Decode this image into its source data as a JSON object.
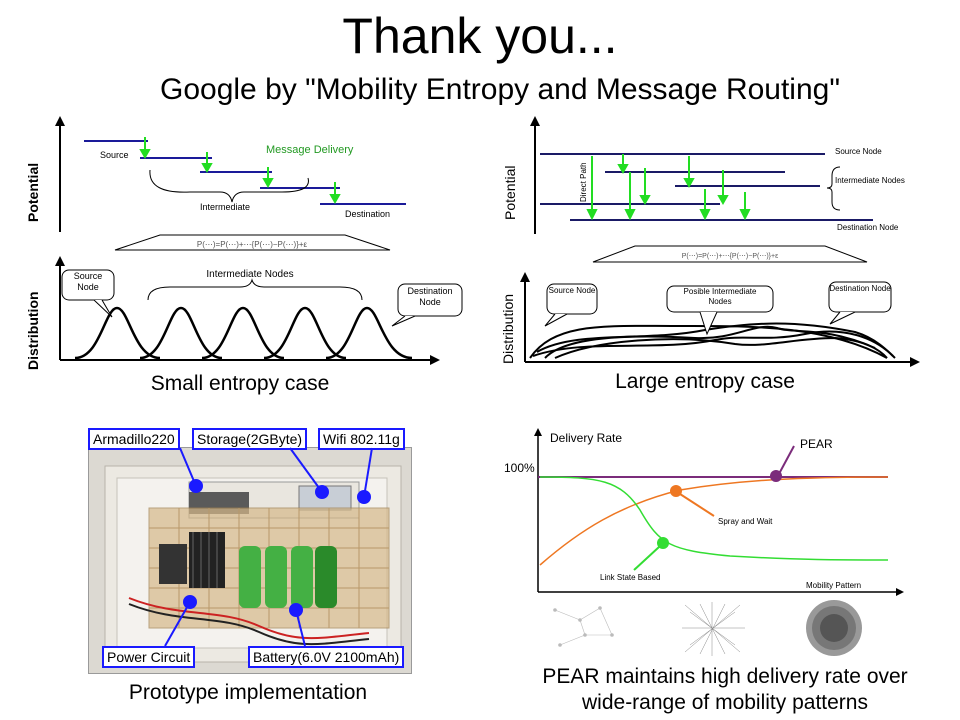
{
  "title": "Thank you...",
  "subtitle": "Google by \"Mobility Entropy and Message Routing\"",
  "small_entropy": {
    "caption": "Small entropy case",
    "potential_label": "Potential",
    "distribution_label": "Distribution",
    "message_delivery": "Message Delivery",
    "source": "Source",
    "intermediate": "Intermediate",
    "destination": "Destination",
    "source_node_callout": "Source Node",
    "intermediate_nodes": "Intermediate Nodes",
    "destination_node_callout": "Destination Node"
  },
  "large_entropy": {
    "caption": "Large entropy case",
    "potential_label": "Potential",
    "distribution_label": "Distribution",
    "direct_path": "Direct Path",
    "source_node": "Source Node",
    "intermediate_nodes": "Intermediate Nodes",
    "destination_node": "Destination Node",
    "source_node_callout": "Source Node",
    "possible_nodes": "Posible Intermediate Nodes",
    "destination_node_callout": "Destination Node"
  },
  "prototype": {
    "caption": "Prototype implementation",
    "labels": {
      "armadillo": "Armadillo220",
      "storage": "Storage(2GByte)",
      "wifi": "Wifi 802.11g",
      "power": "Power Circuit",
      "battery": "Battery(6.0V 2100mAh)"
    }
  },
  "pear_chart": {
    "caption_line1": "PEAR maintains high delivery rate over",
    "caption_line2": "wide-range of mobility patterns",
    "y_axis_label": "Delivery Rate",
    "y_tick": "100%",
    "x_axis_label": "Mobility Pattern",
    "series": {
      "pear": "PEAR",
      "spray": "Spray and Wait",
      "link": "Link State Based"
    },
    "colors": {
      "pear": "#7b2c7b",
      "spray": "#ee7722",
      "link": "#33dd33"
    }
  }
}
